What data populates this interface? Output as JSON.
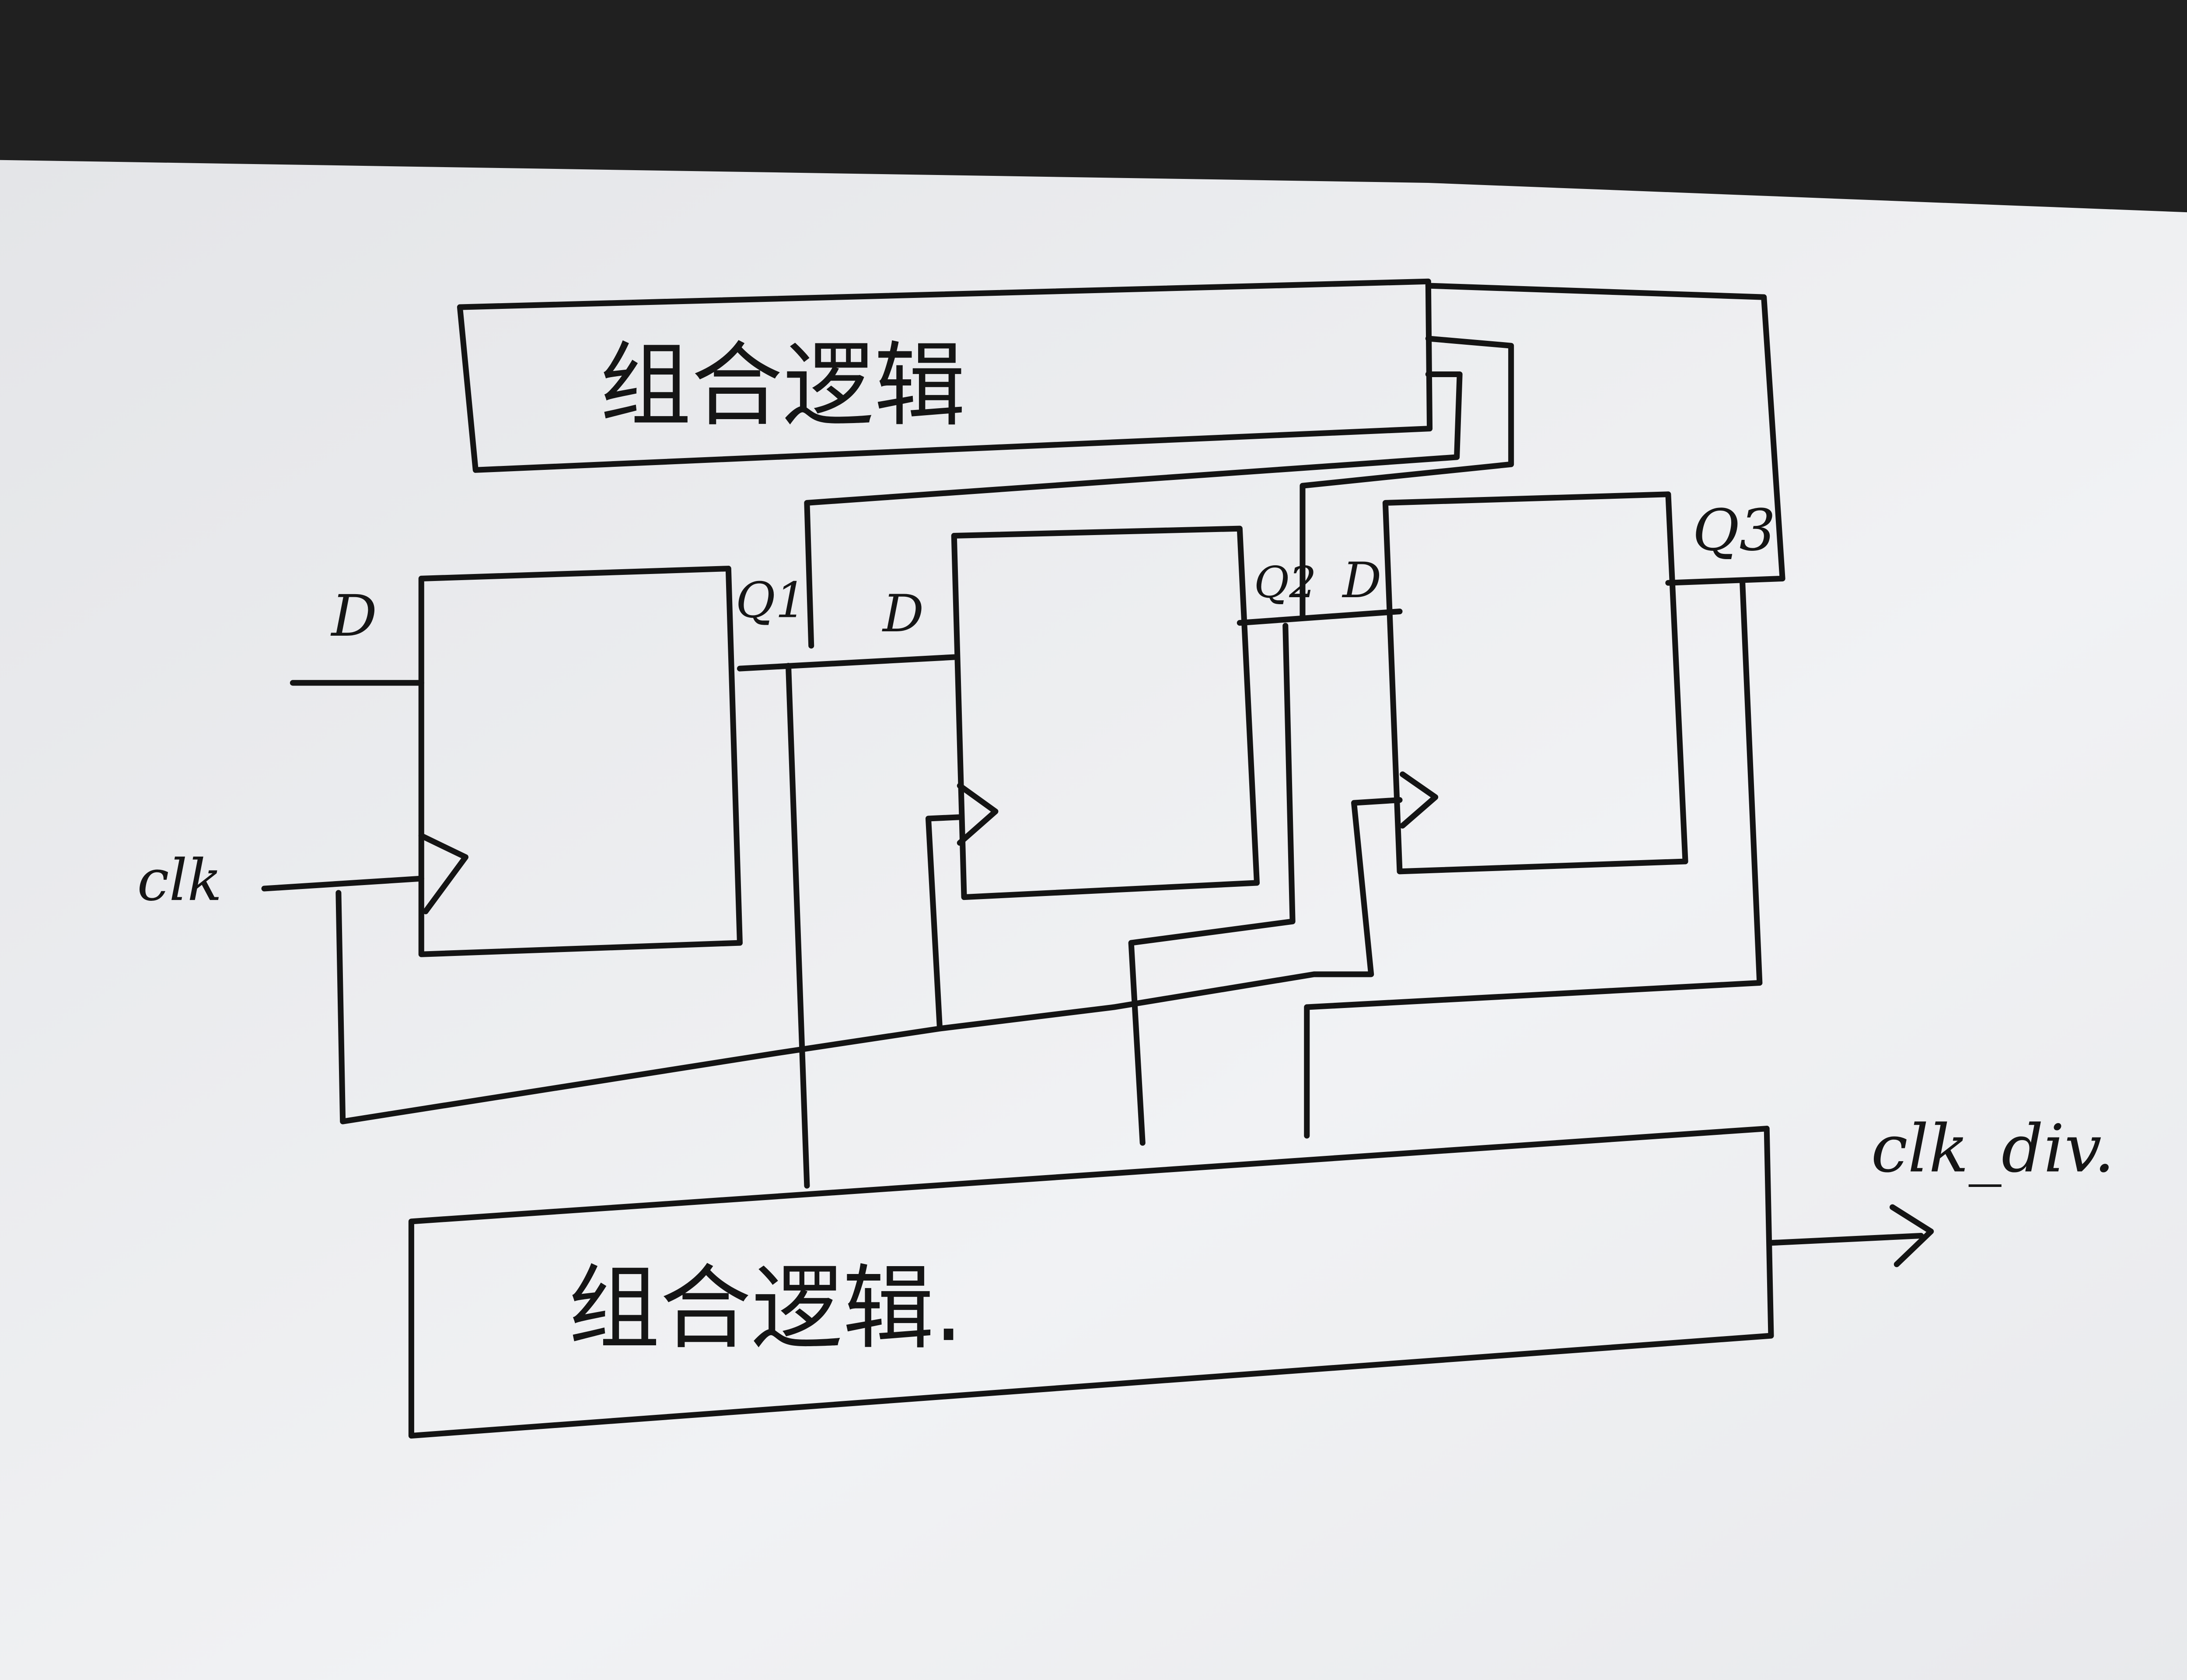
{
  "diagram": {
    "top_block": {
      "label": "组合逻辑"
    },
    "bottom_block": {
      "label": "组合逻辑."
    },
    "inputs": {
      "d": "D",
      "clk": "clk"
    },
    "flipflops": [
      {
        "d_label": "",
        "q_label": "Q1"
      },
      {
        "d_label": "D",
        "q_label": "Q2"
      },
      {
        "d_label": "D",
        "q_label": "Q3"
      }
    ],
    "output": {
      "label": "clk_div."
    }
  }
}
